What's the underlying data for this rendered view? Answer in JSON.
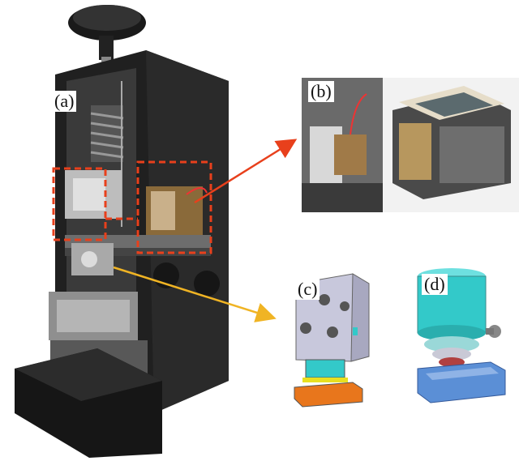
{
  "labels": {
    "a": "(a)",
    "b": "(b)",
    "c": "(c)",
    "d": "(d)"
  },
  "colors": {
    "highlight_dash": "#e8401c",
    "arrow_red": "#e8401c",
    "arrow_yellow": "#f0b424",
    "model_gray": "#c8c8dc",
    "model_cyan": "#33c9c9",
    "model_orange": "#e8761c",
    "model_blue": "#5b8fd6"
  },
  "icons": [
    "knob-icon",
    "spring-icon",
    "transformer-icon",
    "arrow-icon"
  ]
}
